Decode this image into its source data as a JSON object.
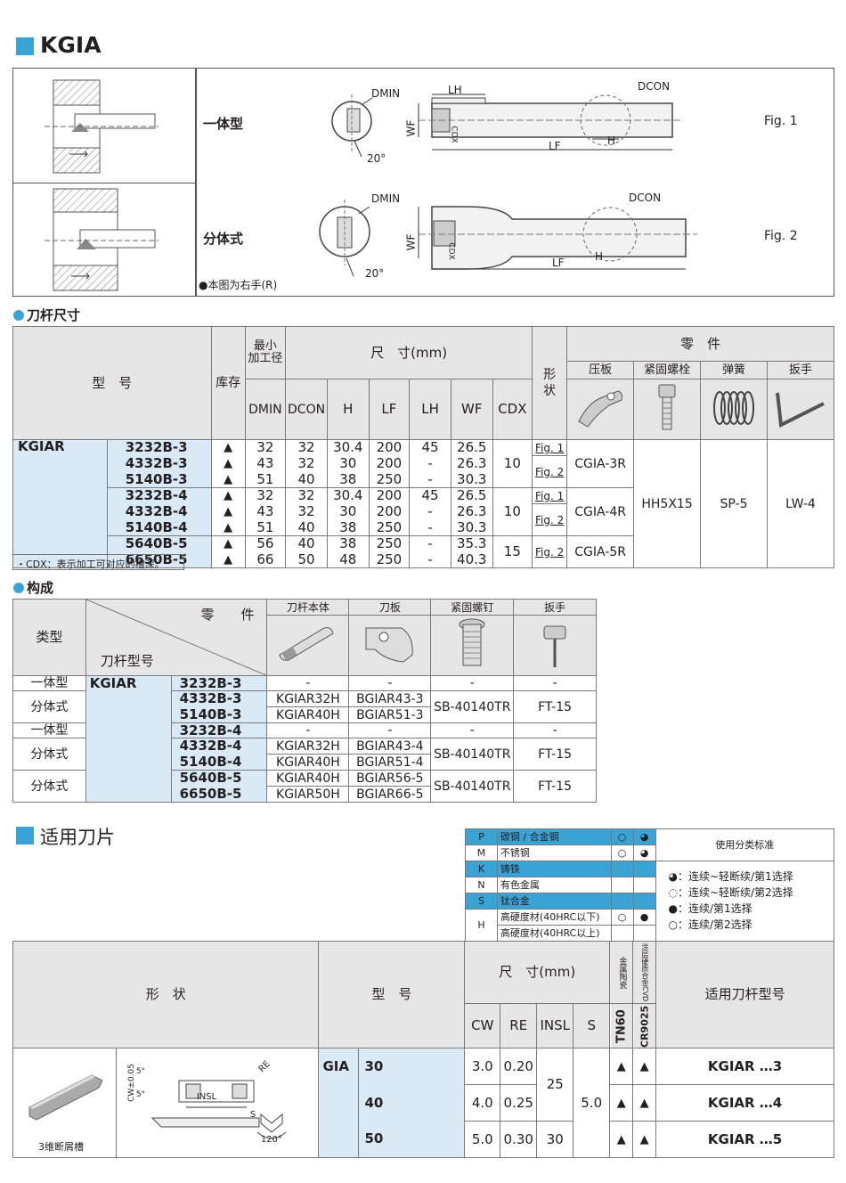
{
  "title": "KGIA",
  "top": {
    "row1": {
      "label": "一体型",
      "fig": "Fig. 1",
      "dmin": "DMIN",
      "angle": "20°",
      "lh": "LH",
      "dcon": "DCON",
      "wf": "WF",
      "cdx": "CDX",
      "h": "H",
      "lf": "LF"
    },
    "row2": {
      "label": "分体式",
      "fig": "Fig. 2",
      "dmin": "DMIN",
      "angle": "20°",
      "dcon": "DCON",
      "wf": "WF",
      "cdx": "CDX",
      "h": "H",
      "lf": "LF"
    },
    "note": "●本图为右手(R)"
  },
  "dims_section": {
    "title": "刀杆尺寸",
    "headers": {
      "model": "型　号",
      "stock": "库存",
      "min_bore": "最小\n加工径",
      "dims": "尺　寸(mm)",
      "shape": "形\n状",
      "parts": "零　件",
      "clamp": "压板",
      "screw": "紧固螺栓",
      "spring": "弹簧",
      "wrench": "扳手",
      "dmin": "DMIN",
      "dcon": "DCON",
      "h": "H",
      "lf": "LF",
      "lh": "LH",
      "wf": "WF",
      "cdx": "CDX"
    },
    "series": "KGIAR",
    "rows": [
      {
        "model": "3232B-3",
        "stock": "▲",
        "dmin": "32",
        "dcon": "32",
        "h": "30.4",
        "lf": "200",
        "lh": "45",
        "wf": "26.5"
      },
      {
        "model": "4332B-3",
        "stock": "▲",
        "dmin": "43",
        "dcon": "32",
        "h": "30",
        "lf": "200",
        "lh": "-",
        "wf": "26.3"
      },
      {
        "model": "5140B-3",
        "stock": "▲",
        "dmin": "51",
        "dcon": "40",
        "h": "38",
        "lf": "250",
        "lh": "-",
        "wf": "30.3"
      },
      {
        "model": "3232B-4",
        "stock": "▲",
        "dmin": "32",
        "dcon": "32",
        "h": "30.4",
        "lf": "200",
        "lh": "45",
        "wf": "26.5"
      },
      {
        "model": "4332B-4",
        "stock": "▲",
        "dmin": "43",
        "dcon": "32",
        "h": "30",
        "lf": "200",
        "lh": "-",
        "wf": "26.3"
      },
      {
        "model": "5140B-4",
        "stock": "▲",
        "dmin": "51",
        "dcon": "40",
        "h": "38",
        "lf": "250",
        "lh": "-",
        "wf": "30.3"
      },
      {
        "model": "5640B-5",
        "stock": "▲",
        "dmin": "56",
        "dcon": "40",
        "h": "38",
        "lf": "250",
        "lh": "-",
        "wf": "35.3"
      },
      {
        "model": "6650B-5",
        "stock": "▲",
        "dmin": "66",
        "dcon": "50",
        "h": "48",
        "lf": "250",
        "lh": "-",
        "wf": "40.3"
      }
    ],
    "cdx_groups": [
      "10",
      "10",
      "15"
    ],
    "fig1": "Fig. 1",
    "fig2": "Fig. 2",
    "clamps": [
      "CGIA-3R",
      "CGIA-4R",
      "CGIA-5R"
    ],
    "screw": "HH5X15",
    "spring": "SP-5",
    "wrench": "LW-4",
    "note": "・CDX：表示加工可对应的槽深。"
  },
  "config_section": {
    "title": "构成",
    "headers": {
      "type": "类型",
      "parts": "零　　件",
      "holder_model": "刀杆型号",
      "body": "刀杆本体",
      "plate": "刀板",
      "screw": "紧固螺钉",
      "wrench": "扳手"
    },
    "series": "KGIAR",
    "rows": [
      {
        "type": "一体型",
        "model": "3232B-3",
        "body": "-",
        "plate": "-",
        "screw": "-",
        "wrench": "-"
      },
      {
        "type": "分体式",
        "models": [
          "4332B-3",
          "5140B-3"
        ],
        "bodies": [
          "KGIAR32H",
          "KGIAR40H"
        ],
        "plates": [
          "BGIAR43-3",
          "BGIAR51-3"
        ],
        "screw": "SB-40140TR",
        "wrench": "FT-15"
      },
      {
        "type": "一体型",
        "model": "3232B-4",
        "body": "-",
        "plate": "-",
        "screw": "-",
        "wrench": "-"
      },
      {
        "type": "分体式",
        "models": [
          "4332B-4",
          "5140B-4"
        ],
        "bodies": [
          "KGIAR32H",
          "KGIAR40H"
        ],
        "plates": [
          "BGIAR43-4",
          "BGIAR51-4"
        ],
        "screw": "SB-40140TR",
        "wrench": "FT-15"
      },
      {
        "type": "分体式",
        "models": [
          "5640B-5",
          "6650B-5"
        ],
        "bodies": [
          "KGIAR40H",
          "KGIAR50H"
        ],
        "plates": [
          "BGIAR56-5",
          "BGIAR66-5"
        ],
        "screw": "SB-40140TR",
        "wrench": "FT-15"
      }
    ]
  },
  "insert_section": {
    "title": "适用刀片",
    "materials": [
      {
        "code": "P",
        "name": "碳钢 / 合金钢",
        "tn60": "○",
        "cr": "◕",
        "color": "#3aa3d6"
      },
      {
        "code": "M",
        "name": "不锈钢",
        "tn60": "○",
        "cr": "◕",
        "color": "#ffffff"
      },
      {
        "code": "K",
        "name": "铸铁",
        "tn60": "",
        "cr": "",
        "color": "#3aa3d6"
      },
      {
        "code": "N",
        "name": "有色金属",
        "tn60": "",
        "cr": "",
        "color": "#ffffff"
      },
      {
        "code": "S",
        "name": "钛合金",
        "tn60": "",
        "cr": "",
        "color": "#3aa3d6"
      },
      {
        "code": "H",
        "name": "高硬度材(40HRC以下)",
        "tn60": "○",
        "cr": "●",
        "color": "#ffffff"
      },
      {
        "code": "",
        "name": "高硬度材(40HRC以上)",
        "tn60": "",
        "cr": "",
        "color": "#ffffff"
      }
    ],
    "legend_title": "使用分类标准",
    "legend": [
      "◕：连续~轻断续/第1选择",
      "◌：连续~轻断续/第2选择",
      "●：连续/第1选择",
      "○：连续/第2选择"
    ],
    "headers": {
      "shape": "形　状",
      "model": "型　号",
      "dims": "尺　寸(mm)",
      "cw": "CW",
      "re": "RE",
      "insl": "INSL",
      "s": "S",
      "grade1_type": "金属陶瓷",
      "grade1": "TN60",
      "grade2_type": "涂层硬质合金CVD",
      "grade2": "CR9025",
      "holder": "适用刀杆型号"
    },
    "series": "GIA",
    "shape_caption": "3维断屑槽",
    "drawing": {
      "cw": "CW±0.05",
      "angle5a": "5°",
      "angle5b": "5°",
      "re": "RE",
      "insl": "INSL",
      "s": "S",
      "angle": "120°"
    },
    "rows": [
      {
        "model": "30",
        "cw": "3.0",
        "re": "0.20",
        "tn60": "▲",
        "cr": "▲",
        "holder": "KGIAR …3"
      },
      {
        "model": "40",
        "cw": "4.0",
        "re": "0.25",
        "tn60": "▲",
        "cr": "▲",
        "holder": "KGIAR …4"
      },
      {
        "model": "50",
        "cw": "5.0",
        "re": "0.30",
        "tn60": "▲",
        "cr": "▲",
        "holder": "KGIAR …5"
      }
    ],
    "insl_a": "25",
    "insl_b": "30",
    "s_val": "5.0"
  }
}
